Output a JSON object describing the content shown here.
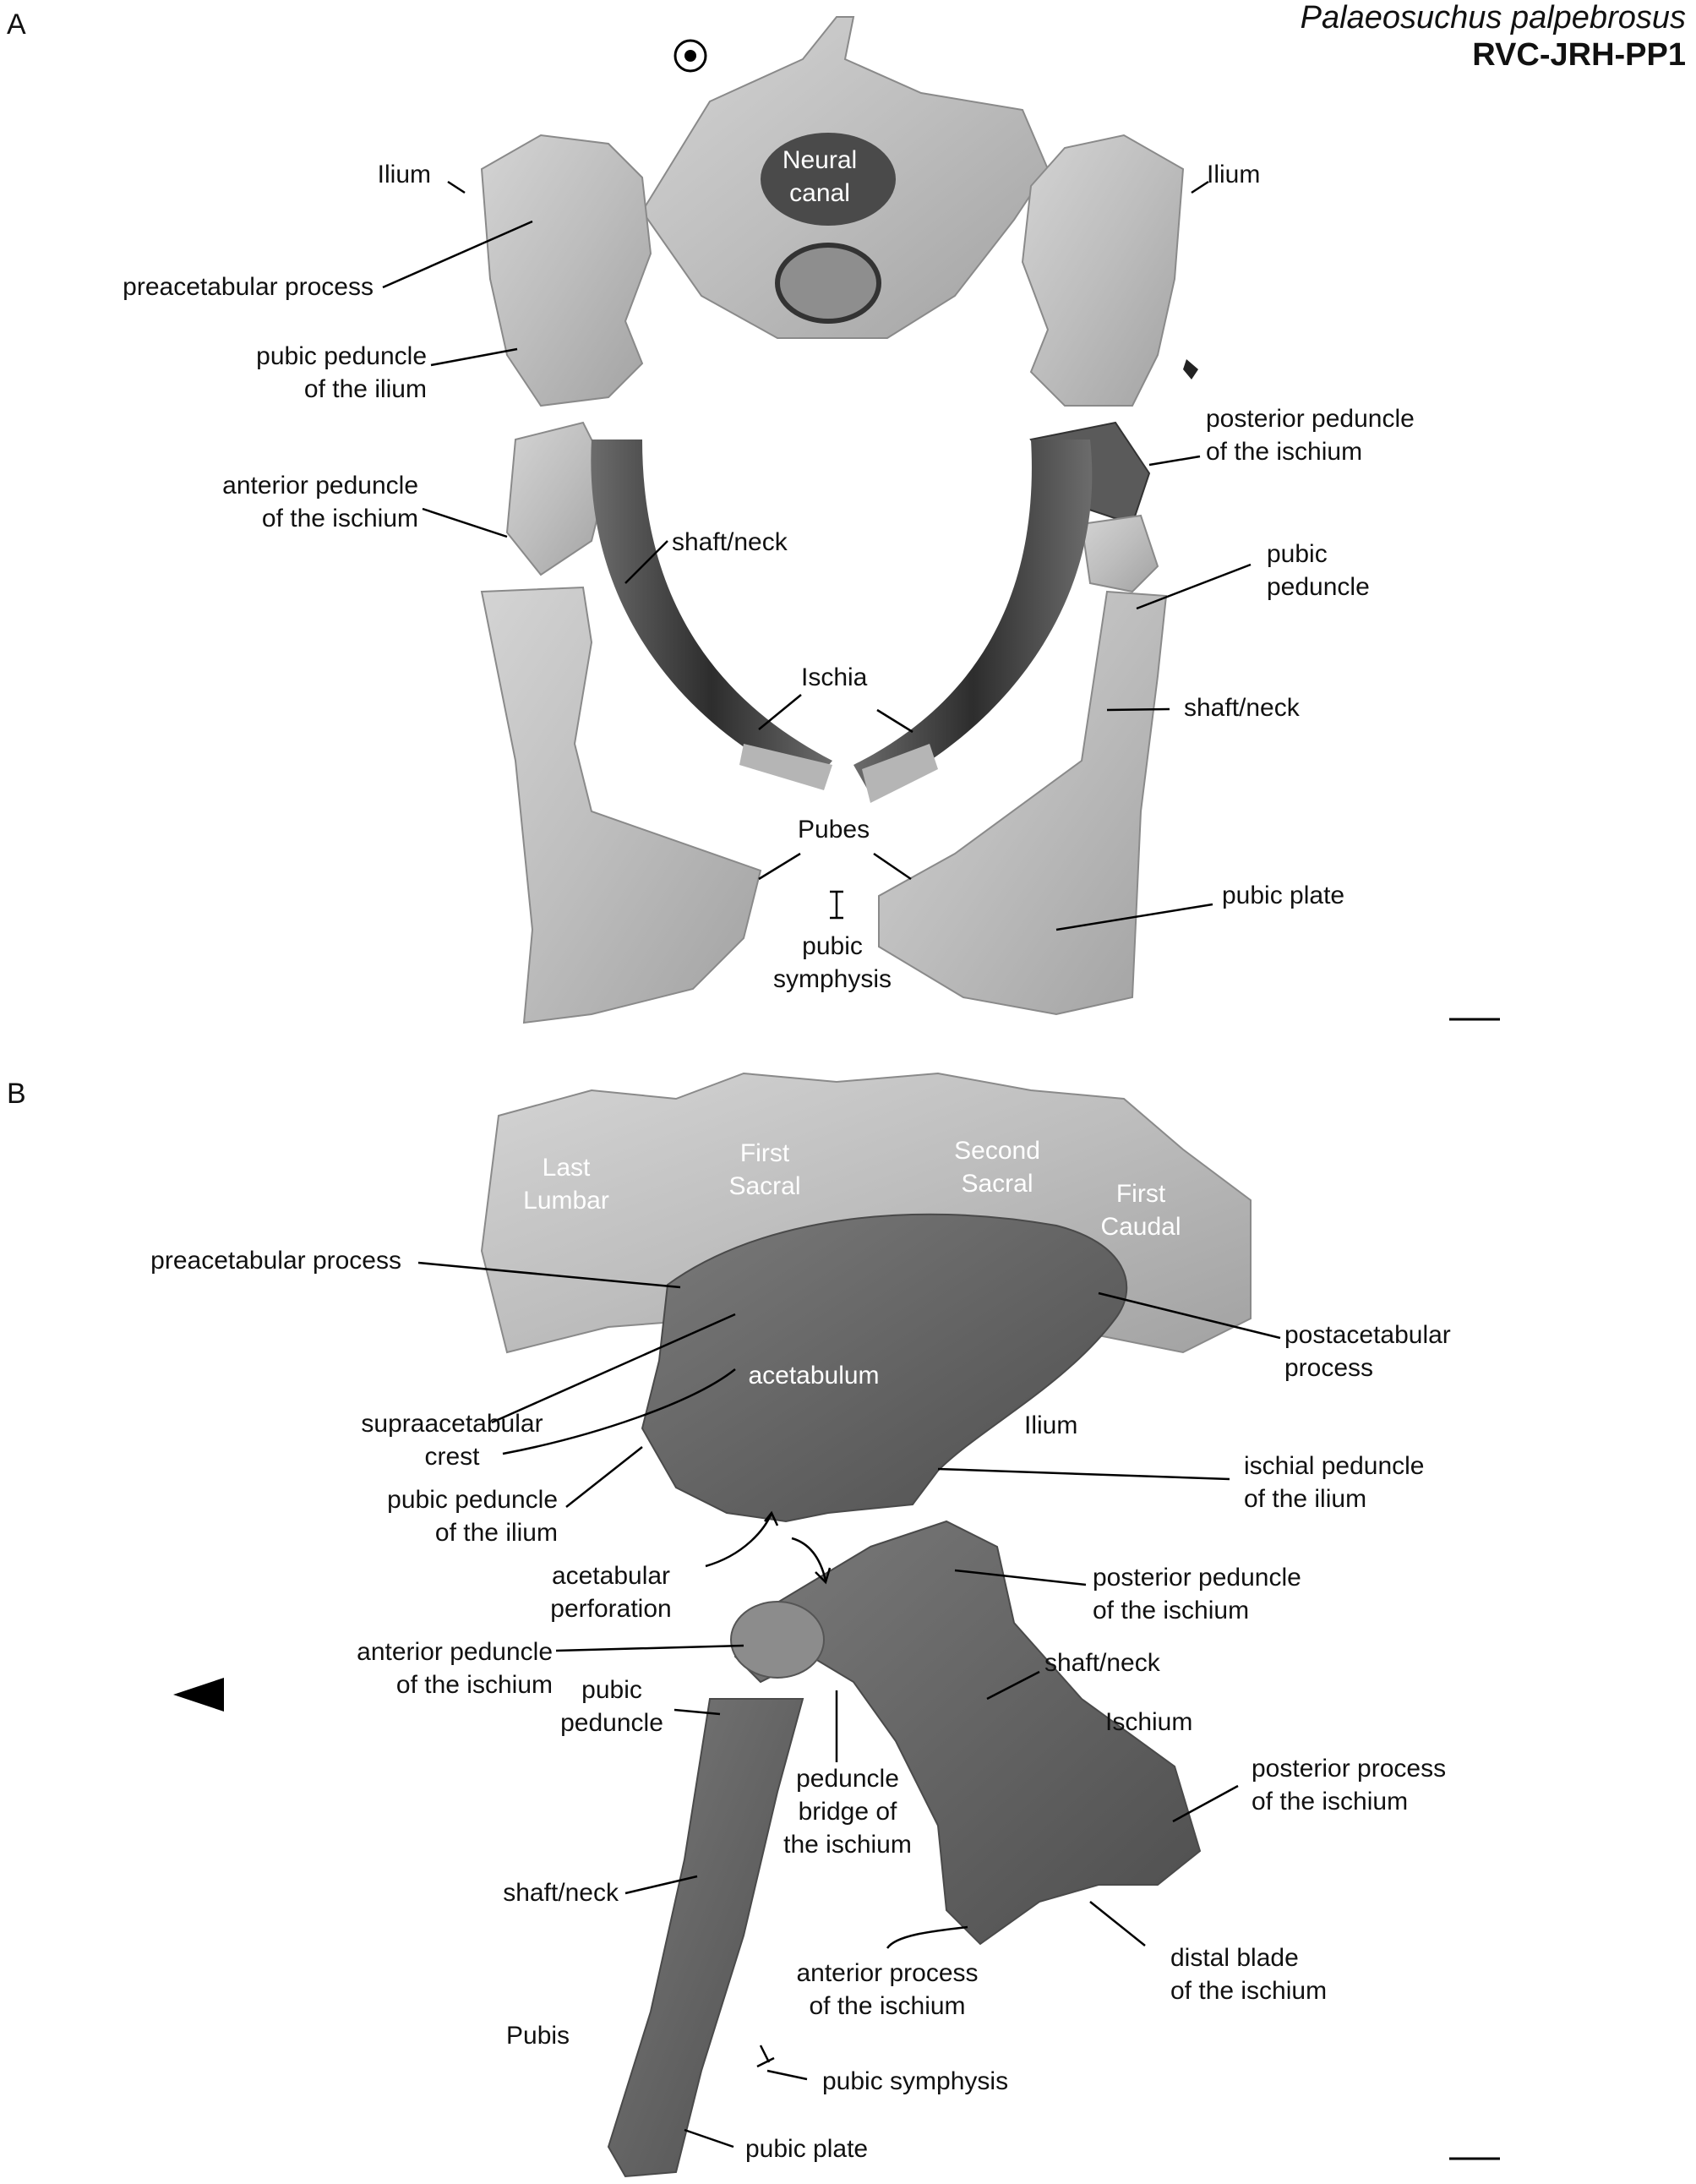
{
  "header": {
    "species": "Palaeosuchus palpebrosus",
    "specimen": "RVC-JRH-PP1"
  },
  "panels": {
    "a": {
      "letter": "A",
      "labels": {
        "neural_canal": [
          "Neural",
          "canal"
        ],
        "ilium_left": [
          "Ilium"
        ],
        "ilium_right": [
          "Ilium"
        ],
        "preacetabular": [
          "preacetabular process"
        ],
        "pubic_peduncle_ilium": [
          "pubic peduncle",
          "of the ilium"
        ],
        "posterior_peduncle": [
          "posterior peduncle",
          "of the ischium"
        ],
        "anterior_peduncle": [
          "anterior peduncle",
          "of the ischium"
        ],
        "shaft_neck_left": [
          "shaft/neck"
        ],
        "pubic_peduncle": [
          "pubic",
          "peduncle"
        ],
        "ischia": [
          "Ischia"
        ],
        "shaft_neck_right": [
          "shaft/neck"
        ],
        "pubes": [
          "Pubes"
        ],
        "pubic_plate": [
          "pubic plate"
        ],
        "pubic_symphysis": [
          "pubic",
          "symphysis"
        ]
      }
    },
    "b": {
      "letter": "B",
      "labels": {
        "last_lumbar": [
          "Last",
          "Lumbar"
        ],
        "first_sacral": [
          "First",
          "Sacral"
        ],
        "second_sacral": [
          "Second",
          "Sacral"
        ],
        "first_caudal": [
          "First",
          "Caudal"
        ],
        "preacetabular": [
          "preacetabular process"
        ],
        "postacetabular": [
          "postacetabular",
          "process"
        ],
        "acetabulum": [
          "acetabulum"
        ],
        "supraacetabular": [
          "supraacetabular",
          "crest"
        ],
        "ilium": [
          "Ilium"
        ],
        "ischial_peduncle": [
          "ischial peduncle",
          "of the ilium"
        ],
        "pubic_peduncle_ilium": [
          "pubic peduncle",
          "of the ilium"
        ],
        "acetabular_perforation": [
          "acetabular",
          "perforation"
        ],
        "posterior_peduncle": [
          "posterior peduncle",
          "of the ischium"
        ],
        "anterior_peduncle": [
          "anterior peduncle",
          "of the ischium"
        ],
        "shaft_neck_ischium": [
          "shaft/neck"
        ],
        "pubic_peduncle": [
          "pubic",
          "peduncle"
        ],
        "ischium": [
          "Ischium"
        ],
        "posterior_process": [
          "posterior process",
          "of the ischium"
        ],
        "peduncle_bridge": [
          "peduncle",
          "bridge of",
          "the ischium"
        ],
        "shaft_neck_pubis": [
          "shaft/neck"
        ],
        "distal_blade": [
          "distal blade",
          "of the ischium"
        ],
        "anterior_process": [
          "anterior process",
          "of the ischium"
        ],
        "pubis": [
          "Pubis"
        ],
        "pubic_symphysis": [
          "pubic symphysis"
        ],
        "pubic_plate": [
          "pubic plate"
        ]
      }
    }
  }
}
